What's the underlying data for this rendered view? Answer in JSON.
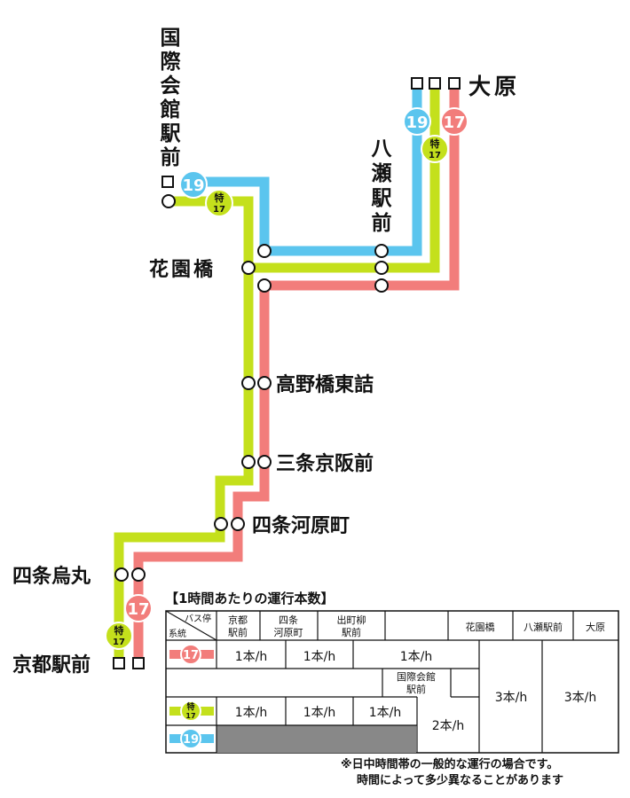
{
  "colors": {
    "route17": "#f27d7b",
    "route19": "#5bc5ee",
    "express": "#c4e01c",
    "grey": "#888888",
    "stop_fill": "#ffffff",
    "stop_stroke": "#111111"
  },
  "routes": {
    "r17": "17",
    "r19": "19",
    "express_top": "特",
    "express_bottom": "17"
  },
  "stations": {
    "kokusai": "国際会館駅前",
    "ohara": "大原",
    "yase": "八瀬駅前",
    "hanazono": "花園橋",
    "takano": "高野橋東詰",
    "sanjo": "三条京阪前",
    "shijo_kawaramachi": "四条河原町",
    "shijo_karasuma": "四条烏丸",
    "kyoto": "京都駅前"
  },
  "table": {
    "title": "【1時間あたりの運行本数】",
    "corner_stop": "バス停",
    "corner_route": "系統",
    "headers": {
      "kyoto_1": "京都",
      "kyoto_2": "駅前",
      "shijo_1": "四条",
      "shijo_2": "河原町",
      "demachi_1": "出町柳",
      "demachi_2": "駅前",
      "hanazono": "花園橋",
      "yase": "八瀬駅前",
      "ohara": "大原",
      "kokusai_1": "国際会館",
      "kokusai_2": "駅前"
    },
    "values": {
      "r17_kyoto": "1本/h",
      "r17_shijo": "1本/h",
      "r17_demachi": "1本/h",
      "ex_kyoto": "1本/h",
      "ex_shijo": "1本/h",
      "ex_demachi": "1本/h",
      "ex19_kokusai": "2本/h",
      "hanazono_all": "3本/h",
      "ohara_all": "3本/h"
    }
  },
  "footnote": {
    "line1": "※日中時間帯の一般的な運行の場合です。",
    "line2": "時間によって多少異なることがあります"
  }
}
